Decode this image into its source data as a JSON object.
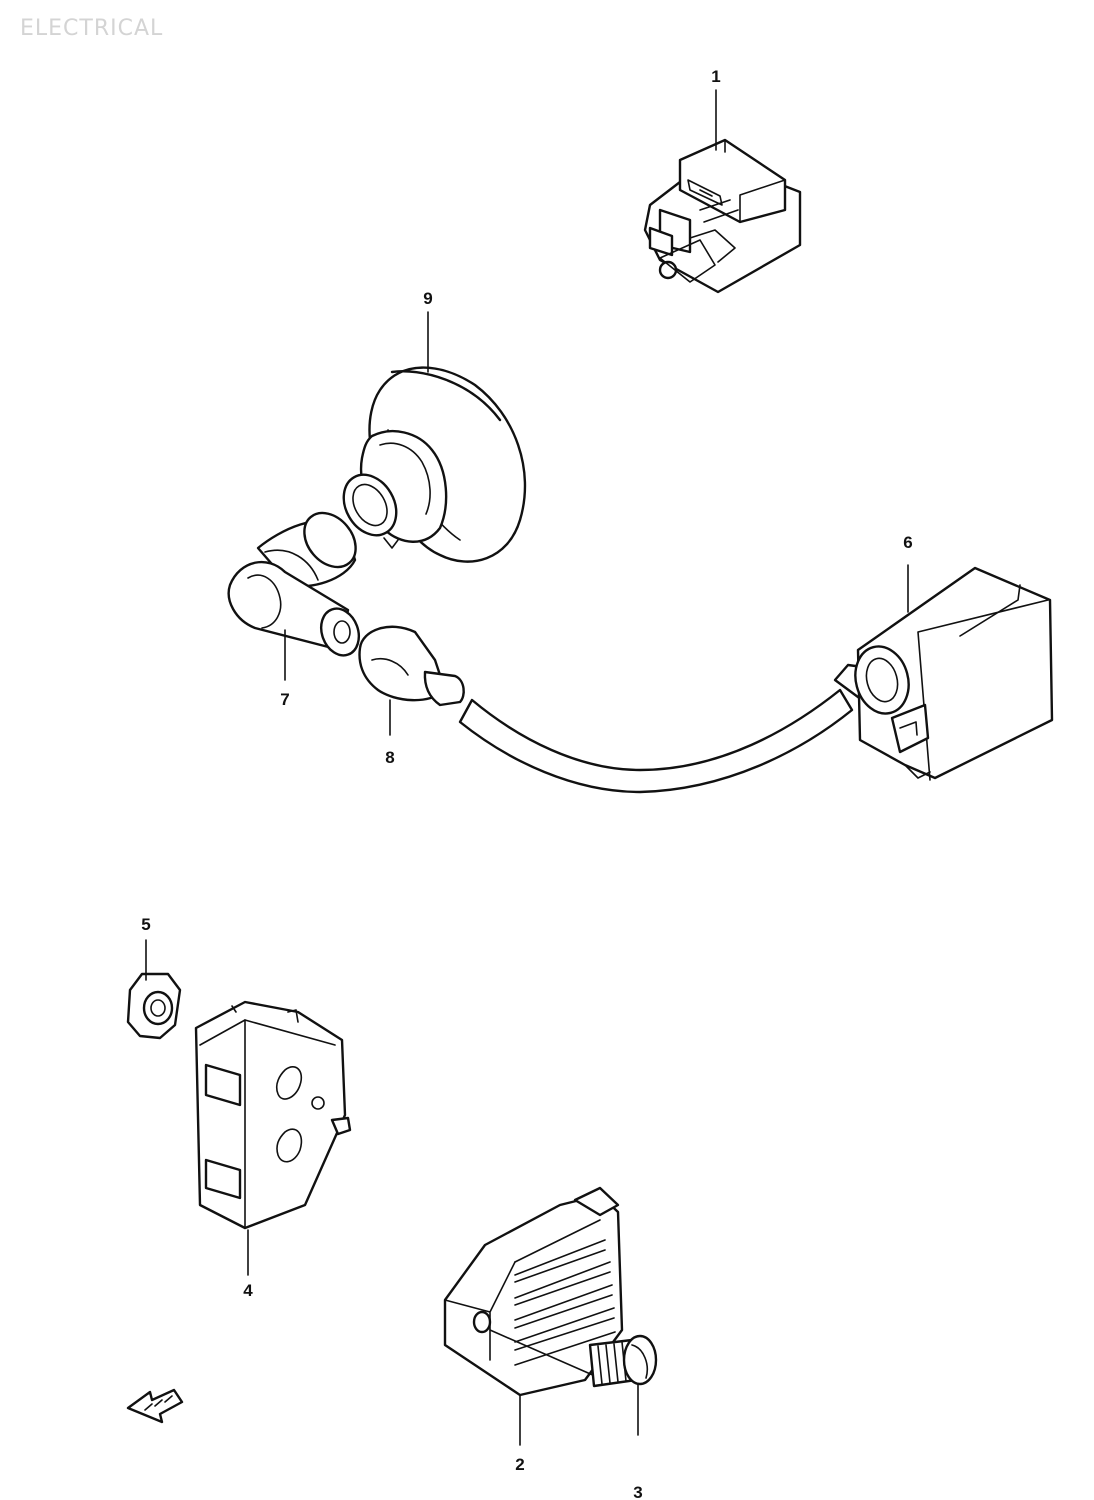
{
  "header": {
    "watermark": "ELECTRICAL"
  },
  "callouts": {
    "c1": "1",
    "c2": "2",
    "c3": "3",
    "c4": "4",
    "c5": "5",
    "c6": "6",
    "c7": "7",
    "c8": "8",
    "c9": "9"
  },
  "icons": {
    "relay": "relay-icon",
    "regulator": "regulator-rectifier-icon",
    "screw": "screw-icon",
    "unit": "electrical-unit-icon",
    "nut": "nut-icon",
    "coil": "ignition-coil-icon",
    "plug_cap": "plug-cap-icon",
    "seal": "seal-icon",
    "cover": "plug-cover-icon",
    "front": "front-arrow-icon"
  }
}
